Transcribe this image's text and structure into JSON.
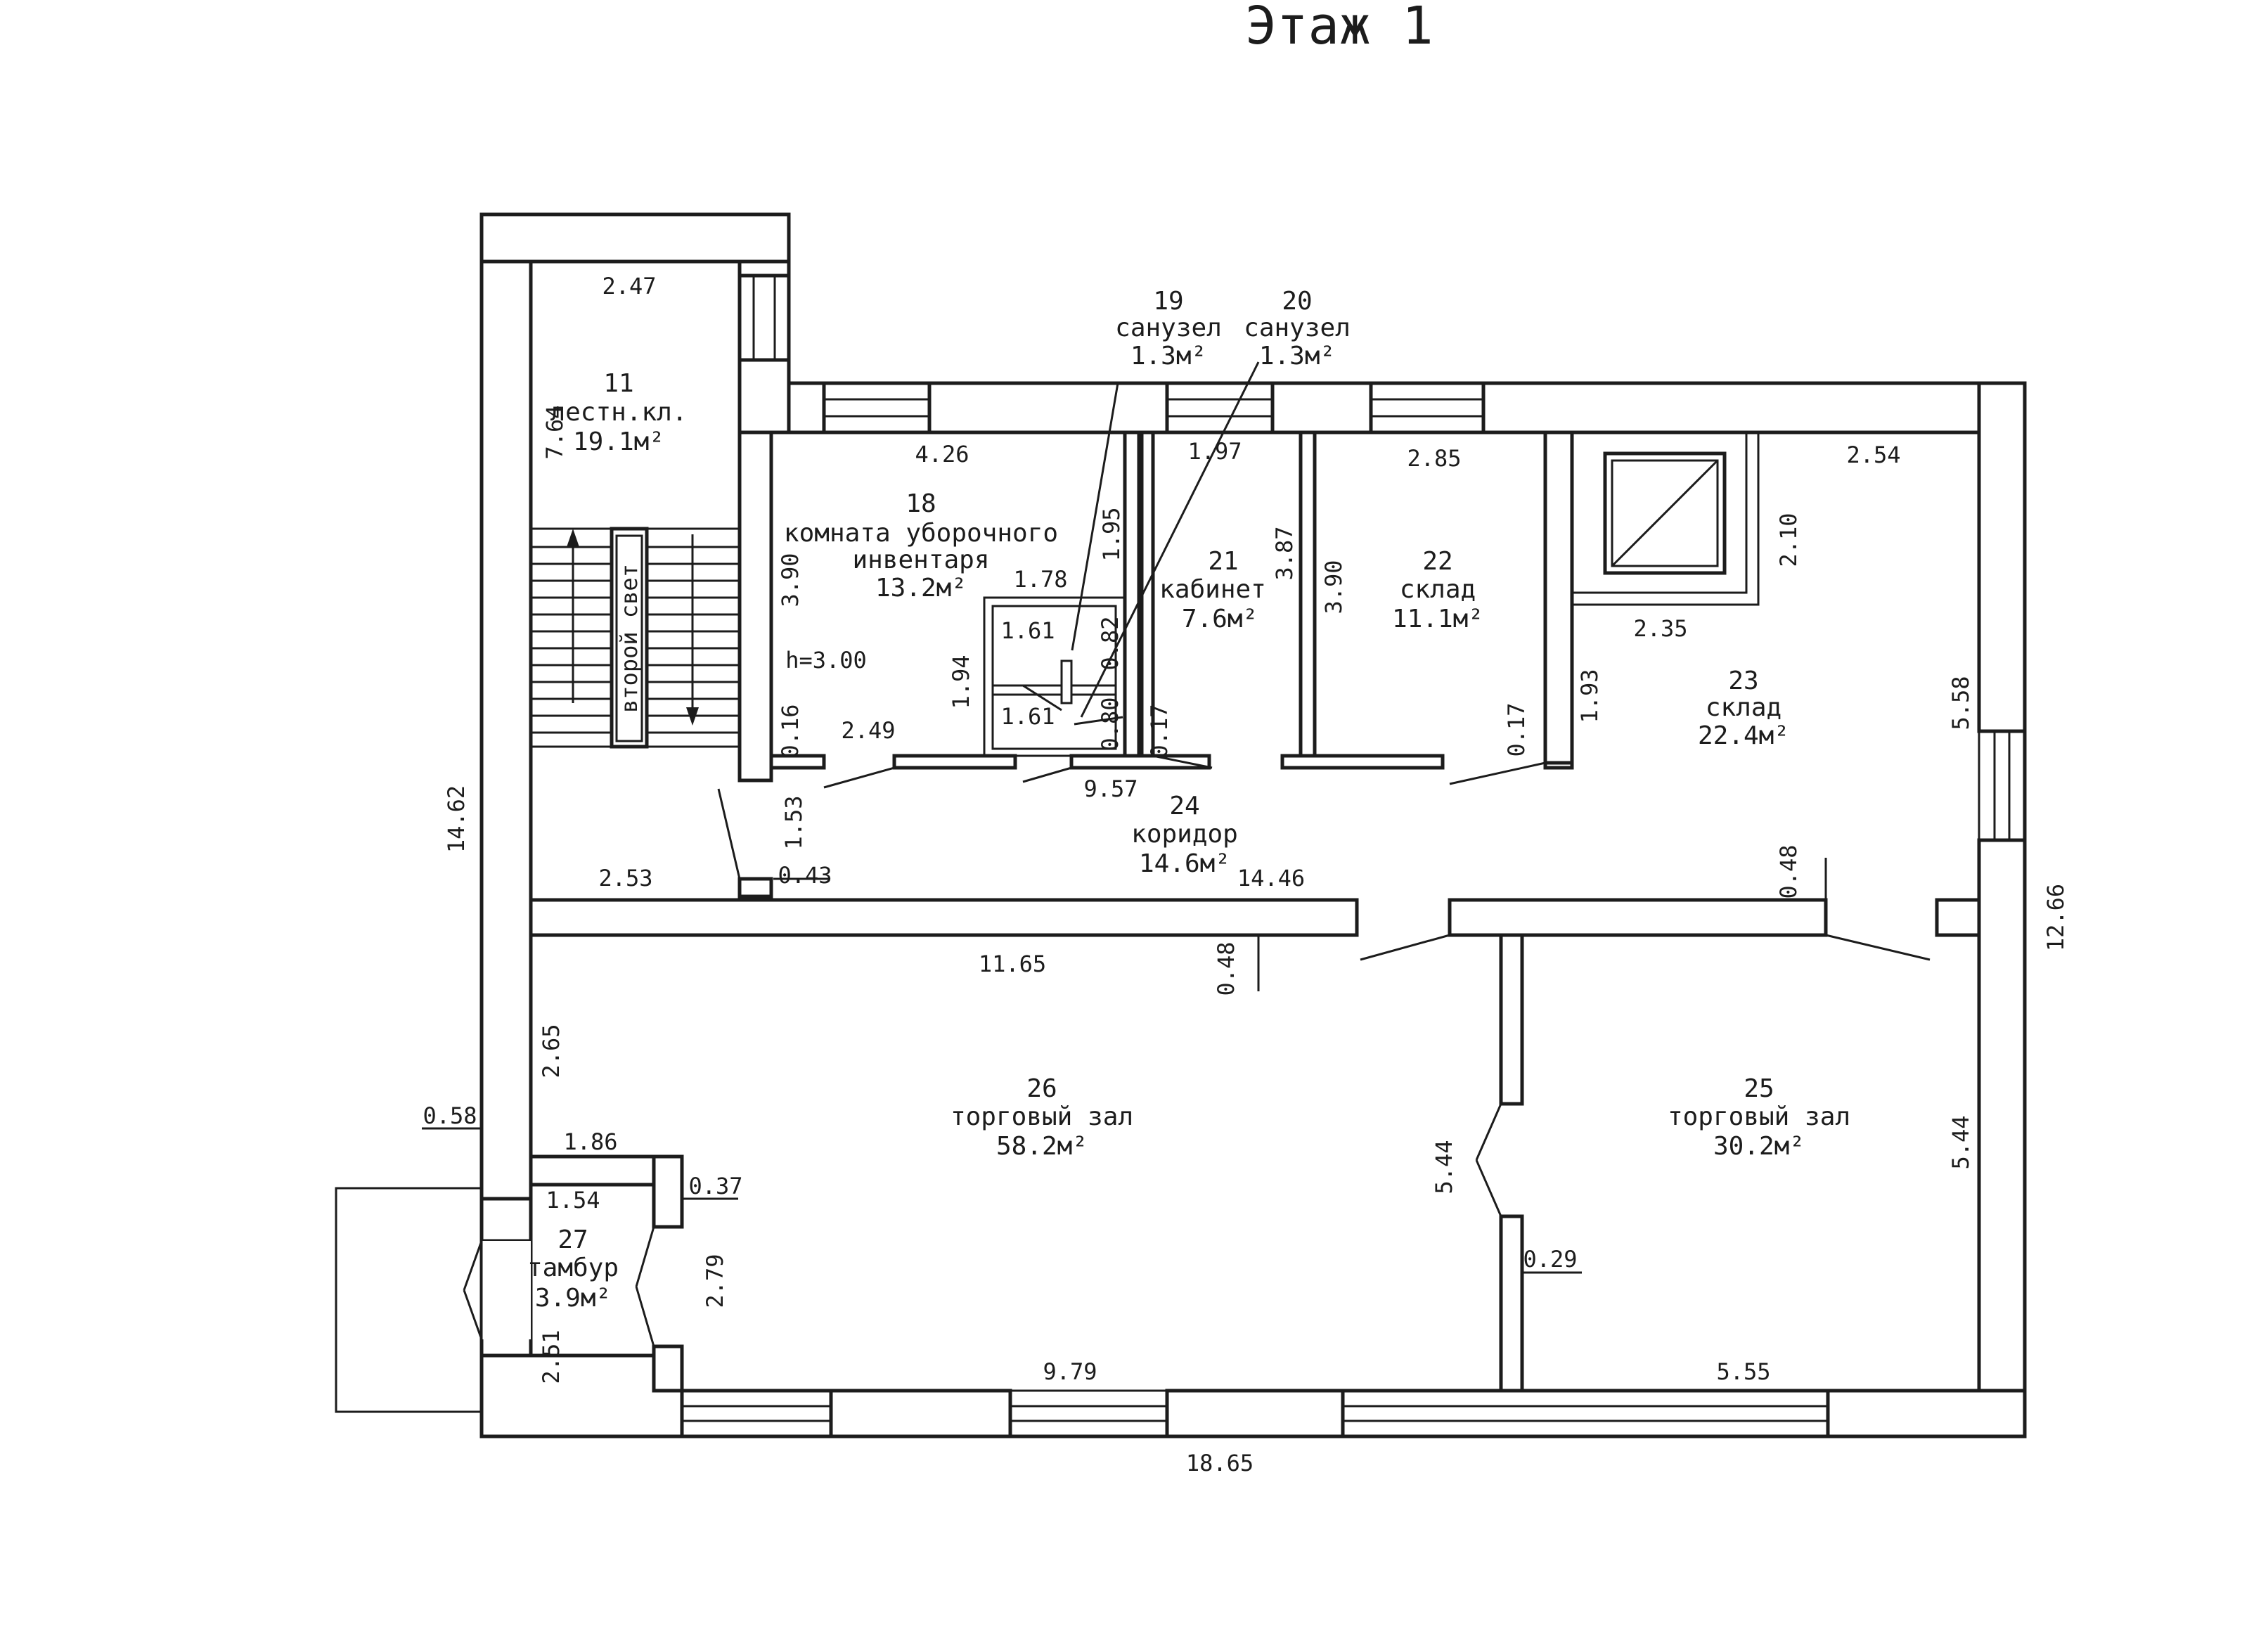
{
  "title": "Этаж 1",
  "rooms": [
    {
      "num": "11",
      "name": "лестн.кл.",
      "area": "19.1м²"
    },
    {
      "num": "18",
      "name": "комната уборочного",
      "name2": "инвентаря",
      "area": "13.2м²"
    },
    {
      "num": "19",
      "name": "санузел",
      "area": "1.3м²"
    },
    {
      "num": "20",
      "name": "санузел",
      "area": "1.3м²"
    },
    {
      "num": "21",
      "name": "кабинет",
      "area": "7.6м²"
    },
    {
      "num": "22",
      "name": "склад",
      "area": "11.1м²"
    },
    {
      "num": "23",
      "name": "склад",
      "area": "22.4м²"
    },
    {
      "num": "24",
      "name": "коридор",
      "area": "14.6м²"
    },
    {
      "num": "25",
      "name": "торговый зал",
      "area": "30.2м²"
    },
    {
      "num": "26",
      "name": "торговый зал",
      "area": "58.2м²"
    },
    {
      "num": "27",
      "name": "тамбур",
      "area": "3.9м²"
    }
  ],
  "labels": {
    "second_light": "второй свет",
    "height": "h=3.00"
  },
  "dimensions": {
    "d247": "2.47",
    "d764": "7.64",
    "d1462": "14.62",
    "d426": "4.26",
    "d390a": "3.90",
    "d195": "1.95",
    "d178": "1.78",
    "d161a": "1.61",
    "d161b": "1.61",
    "d194": "1.94",
    "d082": "0.82",
    "d080": "0.80",
    "d016": "0.16",
    "d249": "2.49",
    "d197": "1.97",
    "d387": "3.87",
    "d390b": "3.90",
    "d017a": "0.17",
    "d285": "2.85",
    "d017b": "0.17",
    "d193": "1.93",
    "d254": "2.54",
    "d210": "2.10",
    "d235": "2.35",
    "d558": "5.58",
    "d957": "9.57",
    "d153": "1.53",
    "d253": "2.53",
    "d043": "0.43",
    "d1446": "14.46",
    "d048a": "0.48",
    "d1165": "11.65",
    "d048b": "0.48",
    "d1266": "12.66",
    "d265": "2.65",
    "d058": "0.58",
    "d186": "1.86",
    "d154": "1.54",
    "d037": "0.37",
    "d279": "2.79",
    "d251": "2.51",
    "d544a": "5.44",
    "d029": "0.29",
    "d544b": "5.44",
    "d979": "9.79",
    "d555": "5.55",
    "d1865": "18.65"
  }
}
